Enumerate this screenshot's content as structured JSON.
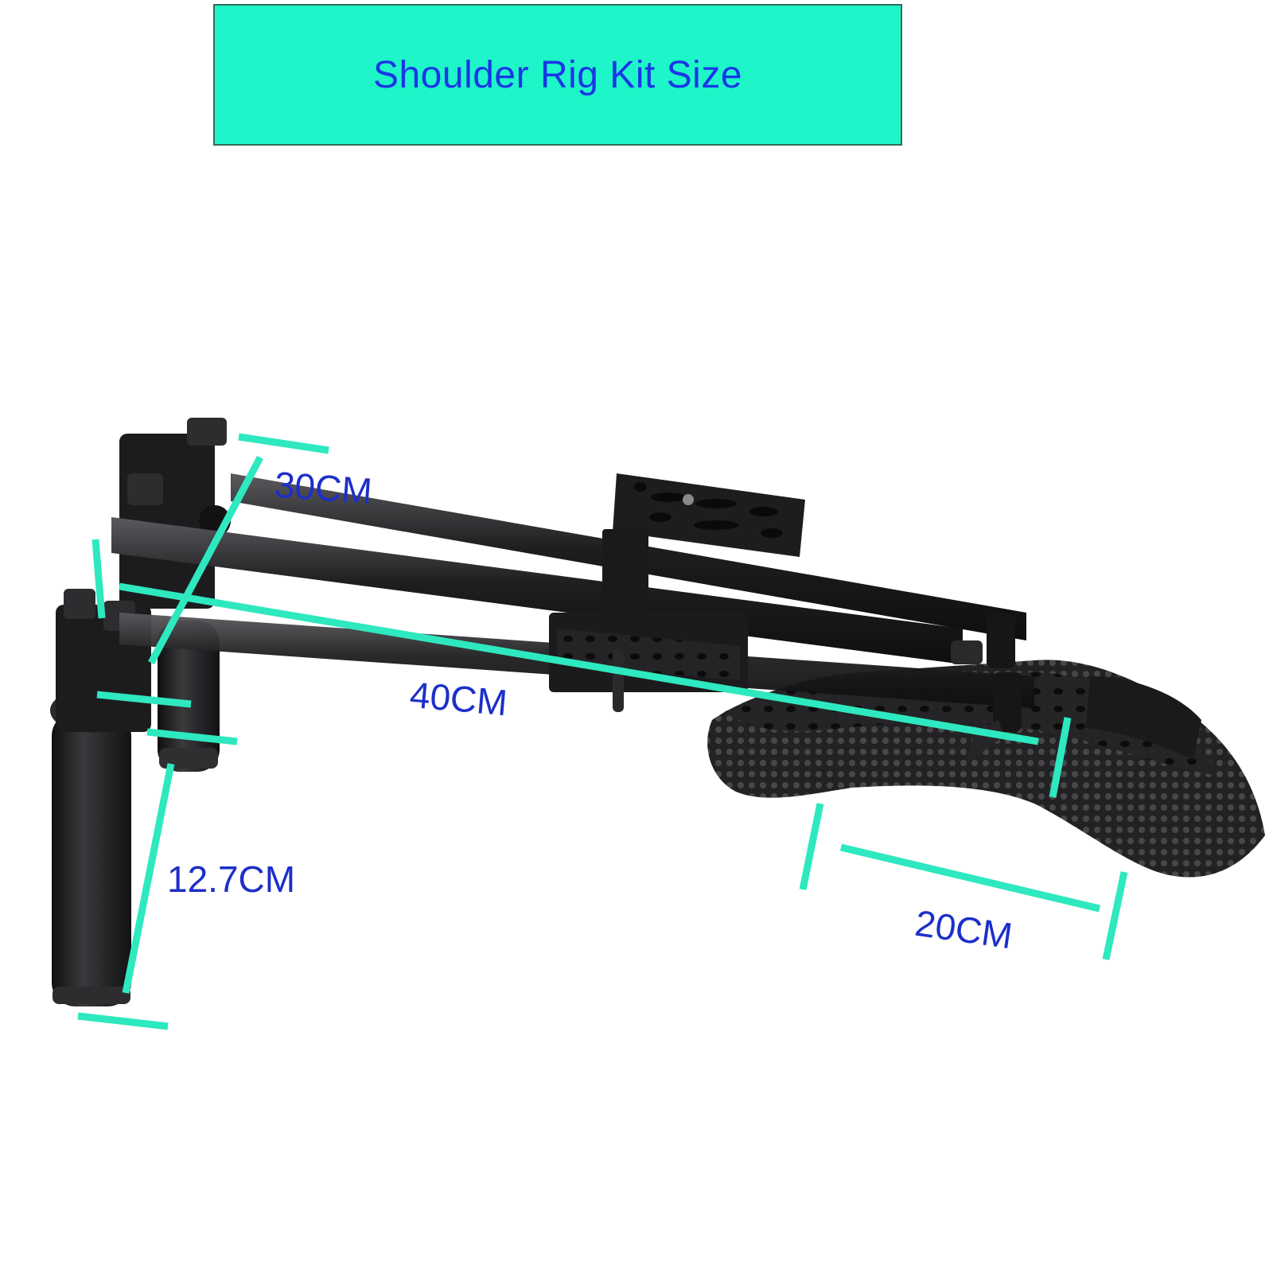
{
  "title": "Shoulder Rig Kit Size",
  "colors": {
    "banner_bg": "#1ef5c8",
    "banner_border": "#2f6d5e",
    "title_text": "#1a37e6",
    "dimension_line": "#2ee8bf",
    "label_text": "#1c2fc9",
    "rig_body": "#1c1c1e",
    "rig_highlight": "#4a4a4e",
    "pad_mesh": "#2b2b2d"
  },
  "dimensions": {
    "height_top": "30CM",
    "length": "40CM",
    "handle": "12.7CM",
    "pad_width": "20CM"
  }
}
